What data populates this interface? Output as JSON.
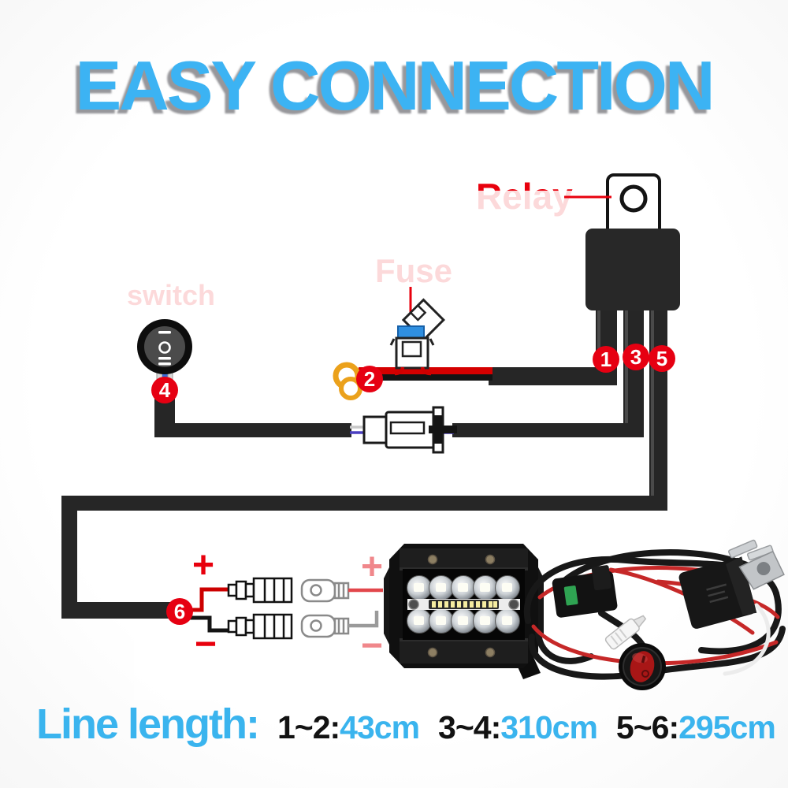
{
  "title": "EASY CONNECTION",
  "labels": {
    "relay": "Relay",
    "fuse": "Fuse",
    "switch": "switch"
  },
  "markers": [
    "1",
    "2",
    "3",
    "4",
    "5",
    "6"
  ],
  "polarity": {
    "plus": "+",
    "minus": "−"
  },
  "footer": {
    "prefix": "Line length:",
    "segments": [
      {
        "range": "1~2:",
        "value": "43cm"
      },
      {
        "range": "3~4:",
        "value": "310cm"
      },
      {
        "range": "5~6:",
        "value": "295cm"
      }
    ]
  },
  "colors": {
    "accent_blue": "#3ab4ee",
    "label_red": "#e8000d",
    "marker_red": "#e60012",
    "wire_black": "#222222",
    "wire_red": "#cf0000",
    "fuse_blue": "#2f8fe0",
    "ring_gold": "#eba11b"
  },
  "icons": {
    "rocker_switch_face_marks": "— ○ ≡",
    "relay_mount_tab": "tab-with-hole",
    "ring_terminals": "double-gold-rings",
    "plus_icon": "+",
    "minus_icon": "−"
  }
}
